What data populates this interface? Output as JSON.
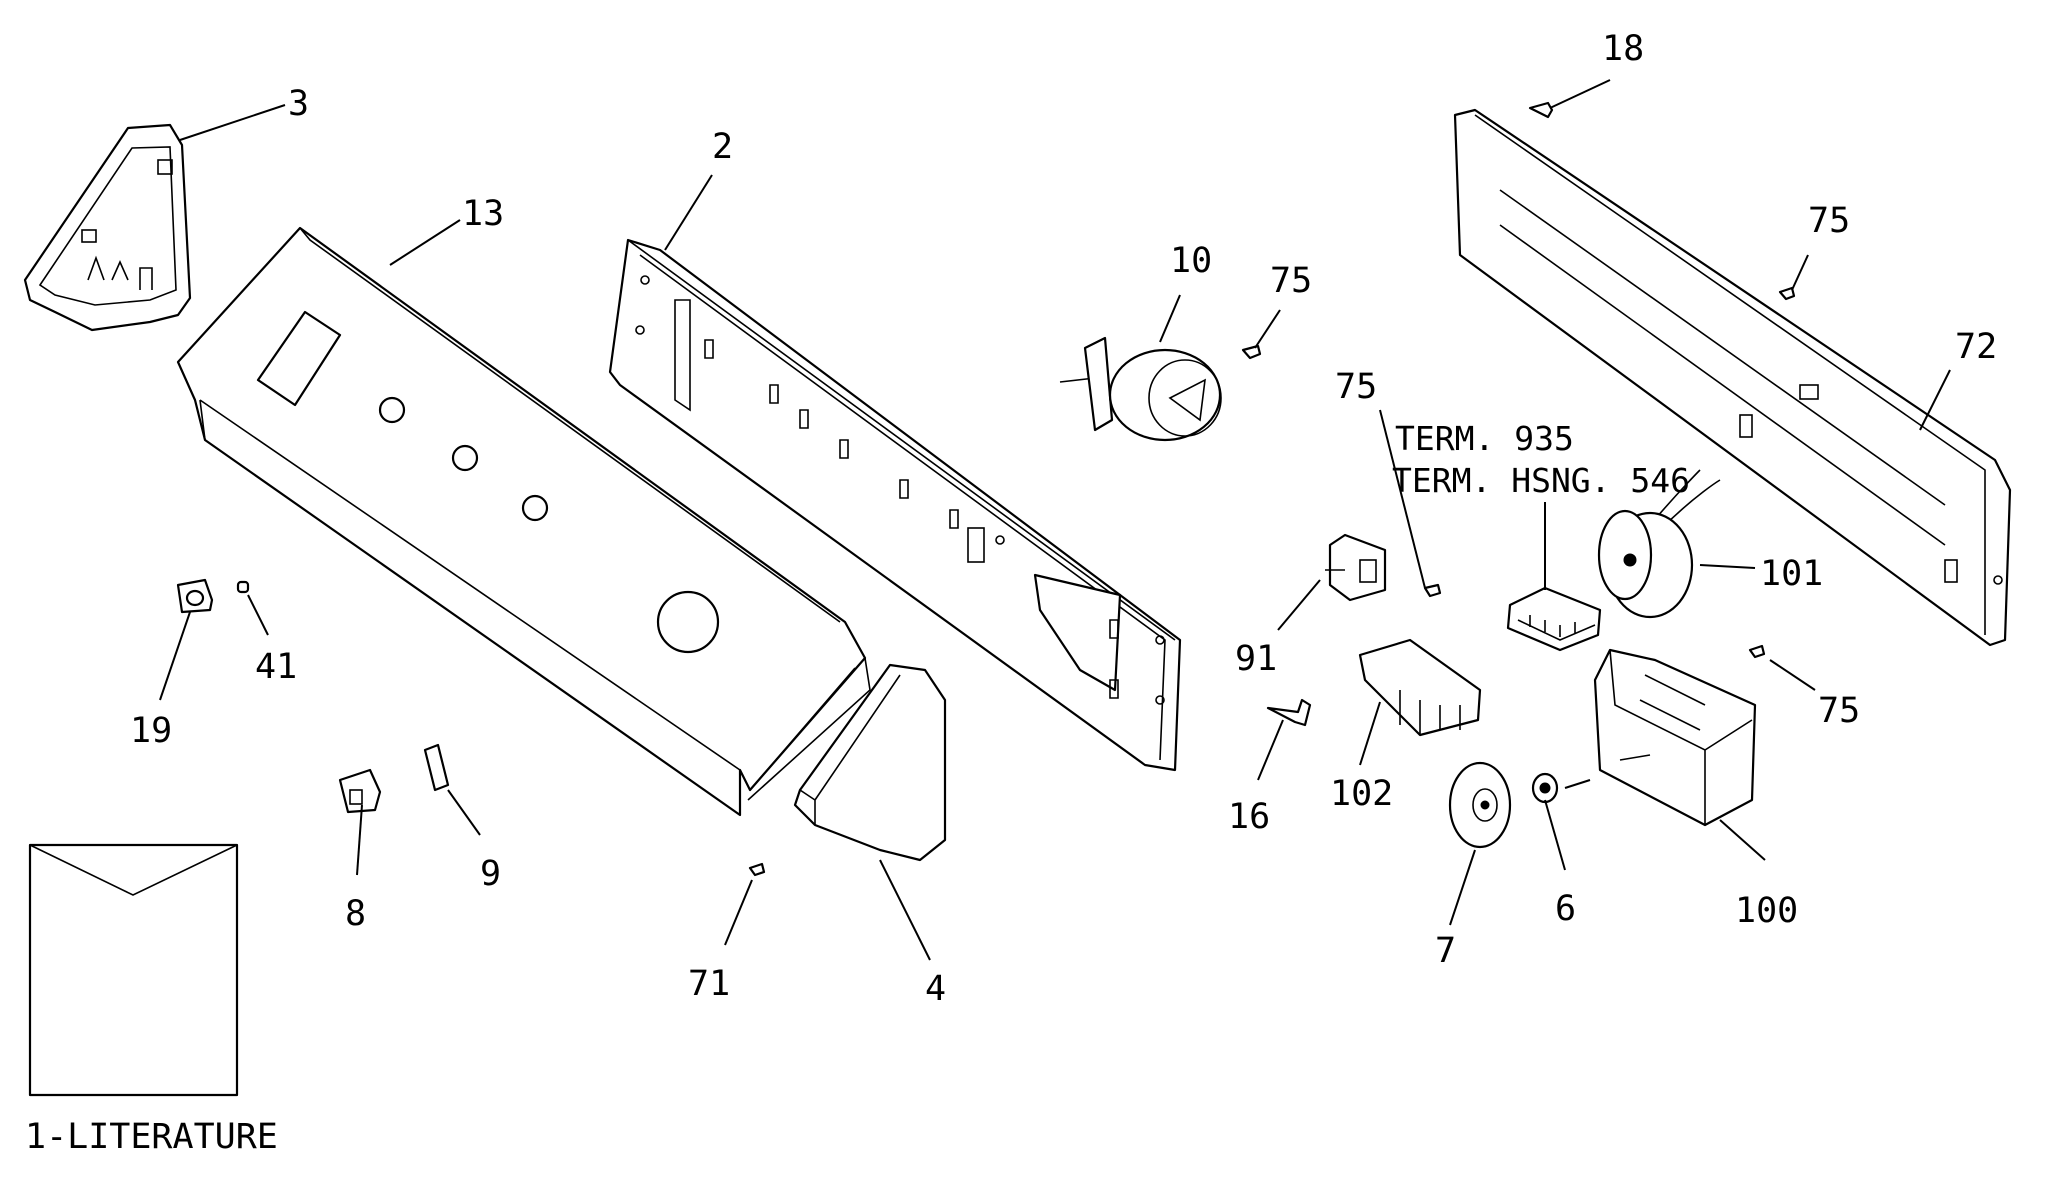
{
  "callouts": {
    "c3": "3",
    "c13": "13",
    "c2": "2",
    "c10": "10",
    "c75a": "75",
    "c18": "18",
    "c75b": "75",
    "c72": "72",
    "c75c": "75",
    "c101": "101",
    "c91": "91",
    "c75d": "75",
    "c102": "102",
    "c16": "16",
    "c100": "100",
    "c7": "7",
    "c6": "6",
    "c19": "19",
    "c41": "41",
    "c8": "8",
    "c9": "9",
    "c71": "71",
    "c4": "4"
  },
  "term_labels": {
    "terminal": "TERM. 935",
    "terminal_housing": "TERM. HSNG. 546"
  },
  "literature_label": "1-LITERATURE"
}
